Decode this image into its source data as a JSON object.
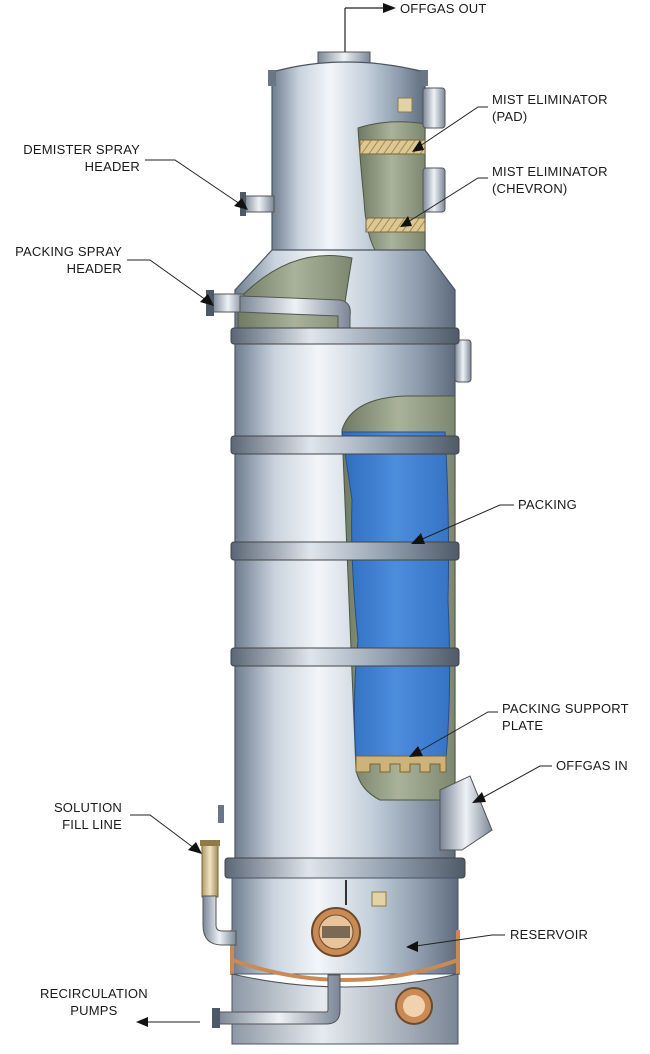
{
  "labels": {
    "offgas_out": "OFFGAS OUT",
    "mist_pad": [
      "MIST ELIMINATOR",
      "(PAD)"
    ],
    "mist_chevron": [
      "MIST ELIMINATOR",
      "(CHEVRON)"
    ],
    "demister": [
      "DEMISTER SPRAY",
      "HEADER"
    ],
    "packing_spray": [
      "PACKING SPRAY",
      "HEADER"
    ],
    "packing": "PACKING",
    "support_plate": [
      "PACKING SUPPORT",
      "PLATE"
    ],
    "offgas_in": "OFFGAS IN",
    "solution_fill": [
      "SOLUTION",
      "FILL LINE"
    ],
    "reservoir": "RESERVOIR",
    "recirculation": [
      "RECIRCULATION",
      "PUMPS"
    ]
  },
  "colors": {
    "shell_light": "#e8edf2",
    "shell_mid": "#a9b6c4",
    "shell_dark": "#5d6b7c",
    "packing": "#3f7fd0",
    "interior": "#9aa38a",
    "eliminator_pad": "#d7c493",
    "copper": "#c98a55"
  }
}
